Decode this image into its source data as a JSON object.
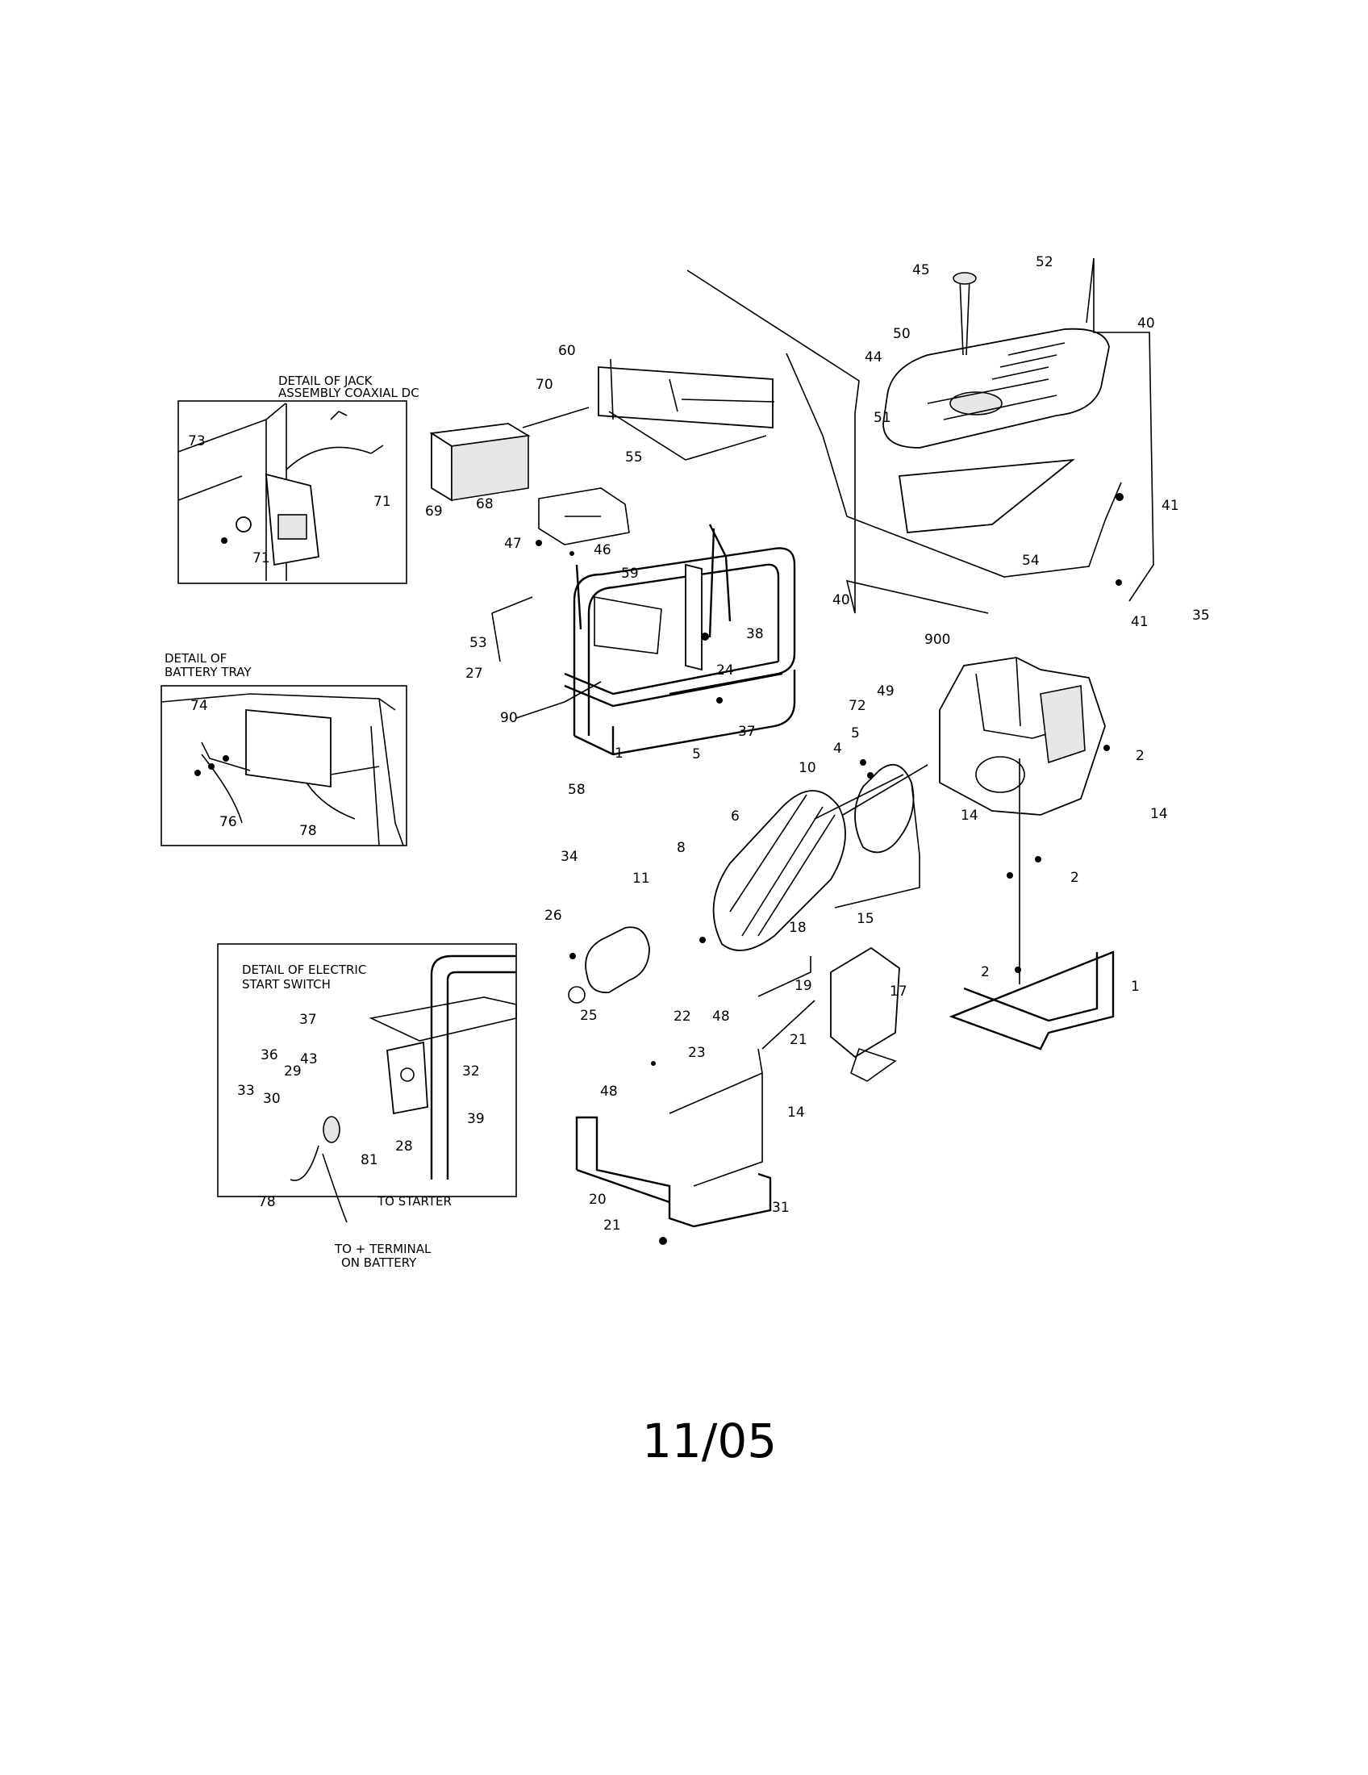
{
  "details": {
    "jack": [
      "DETAIL OF JACK",
      "ASSEMBLY COAXIAL DC"
    ],
    "battery": [
      "DETAIL OF",
      "BATTERY TRAY"
    ],
    "switch": [
      "DETAIL OF ELECTRIC",
      "START SWITCH"
    ]
  },
  "notes": {
    "to_starter": "TO STARTER",
    "to_terminal": [
      "TO + TERMINAL",
      "ON BATTERY"
    ]
  },
  "labels": {
    "p1a": "1",
    "p1b": "1",
    "p2a": "2",
    "p2b": "2",
    "p2c": "2",
    "p4": "4",
    "p5a": "5",
    "p5b": "5",
    "p6": "6",
    "p8": "8",
    "p10": "10",
    "p11": "11",
    "p14a": "14",
    "p14b": "14",
    "p14c": "14",
    "p15": "15",
    "p17": "17",
    "p18": "18",
    "p19": "19",
    "p20": "20",
    "p21a": "21",
    "p21b": "21",
    "p22": "22",
    "p23": "23",
    "p24": "24",
    "p25": "25",
    "p26": "26",
    "p27": "27",
    "p28": "28",
    "p29": "29",
    "p30": "30",
    "p31": "31",
    "p32": "32",
    "p33": "33",
    "p34": "34",
    "p35": "35",
    "p36": "36",
    "p37a": "37",
    "p37b": "37",
    "p38": "38",
    "p39": "39",
    "p40a": "40",
    "p40b": "40",
    "p41a": "41",
    "p41b": "41",
    "p43": "43",
    "p44": "44",
    "p45": "45",
    "p46": "46",
    "p47": "47",
    "p48a": "48",
    "p48b": "48",
    "p49": "49",
    "p50": "50",
    "p51": "51",
    "p52": "52",
    "p53": "53",
    "p54": "54",
    "p55": "55",
    "p58": "58",
    "p59": "59",
    "p60": "60",
    "p68": "68",
    "p69": "69",
    "p70": "70",
    "p71a": "71",
    "p71b": "71",
    "p72": "72",
    "p73": "73",
    "p74": "74",
    "p76": "76",
    "p78a": "78",
    "p78b": "78",
    "p81": "81",
    "p90": "90",
    "p900": "900"
  },
  "date": "11/05"
}
